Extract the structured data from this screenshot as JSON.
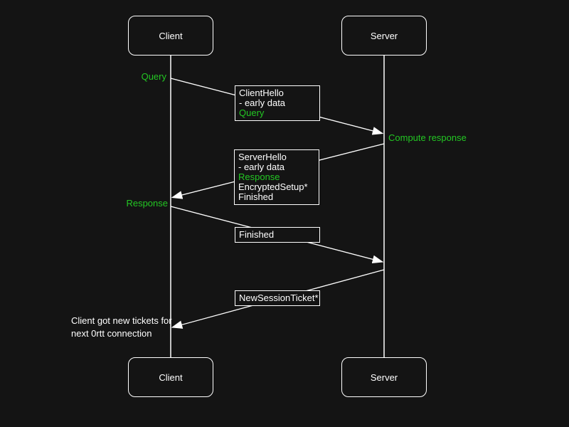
{
  "colors": {
    "background": "#141414",
    "stroke": "#ffffff",
    "text": "#ffffff",
    "accent_green": "#23c723"
  },
  "actors": {
    "client": "Client",
    "server": "Server"
  },
  "side_labels": {
    "query": "Query",
    "compute_response": "Compute response",
    "response": "Response"
  },
  "note": {
    "line1": "Client got new tickets for",
    "line2": "next 0rtt connection"
  },
  "messages": [
    {
      "from": "Client",
      "to": "Server",
      "lines": [
        {
          "text": "ClientHello",
          "green": false
        },
        {
          "text": "- early data",
          "green": false
        },
        {
          "text": "Query",
          "green": true
        }
      ]
    },
    {
      "from": "Server",
      "to": "Client",
      "lines": [
        {
          "text": "ServerHello",
          "green": false
        },
        {
          "text": "- early data",
          "green": false
        },
        {
          "text": "Response",
          "green": true
        },
        {
          "text": "EncryptedSetup*",
          "green": false
        },
        {
          "text": "Finished",
          "green": false
        }
      ]
    },
    {
      "from": "Client",
      "to": "Server",
      "lines": [
        {
          "text": "Finished",
          "green": false
        }
      ]
    },
    {
      "from": "Server",
      "to": "Client",
      "lines": [
        {
          "text": "NewSessionTicket*",
          "green": false
        }
      ]
    }
  ]
}
